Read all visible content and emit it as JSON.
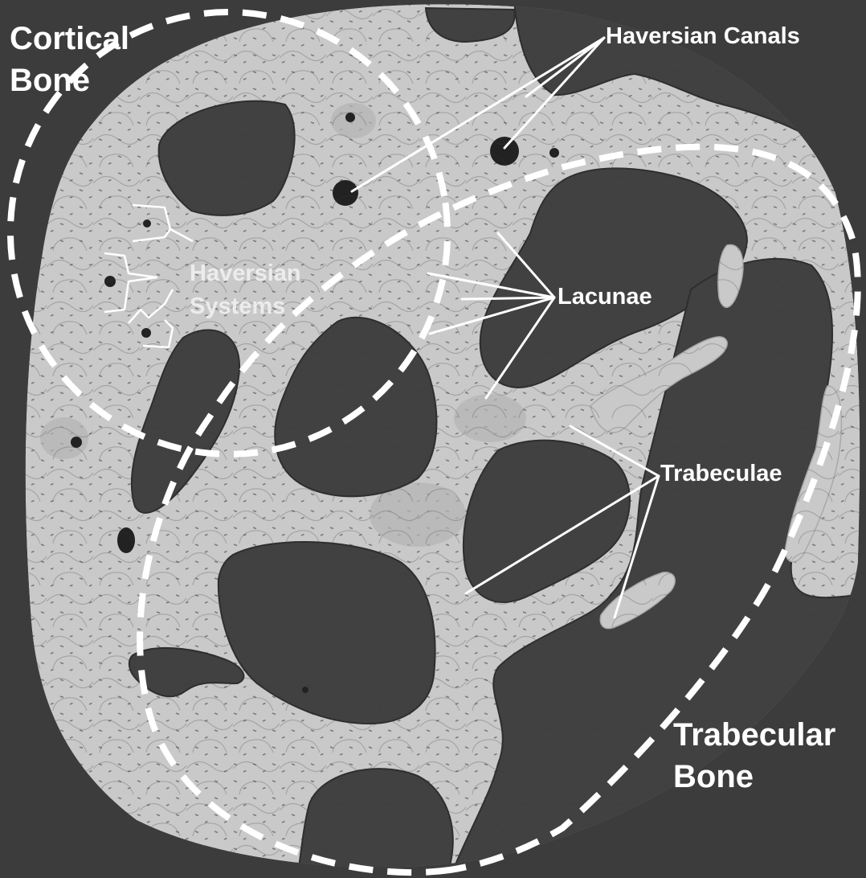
{
  "figure": {
    "labels": {
      "cortical_line1": "Cortical",
      "cortical_line2": "Bone",
      "haversian_canals": "Haversian Canals",
      "haversian_systems_line1": "Haversian",
      "haversian_systems_line2": "Systems",
      "lacunae": "Lacunae",
      "trabeculae": "Trabeculae",
      "trabecular_line1": "Trabecular",
      "trabecular_line2": "Bone"
    },
    "colors": {
      "background": "#3c3c3c",
      "bone_matrix": "#c9c9c9",
      "marrow_space": "#424242",
      "annotation": "#ffffff"
    }
  }
}
